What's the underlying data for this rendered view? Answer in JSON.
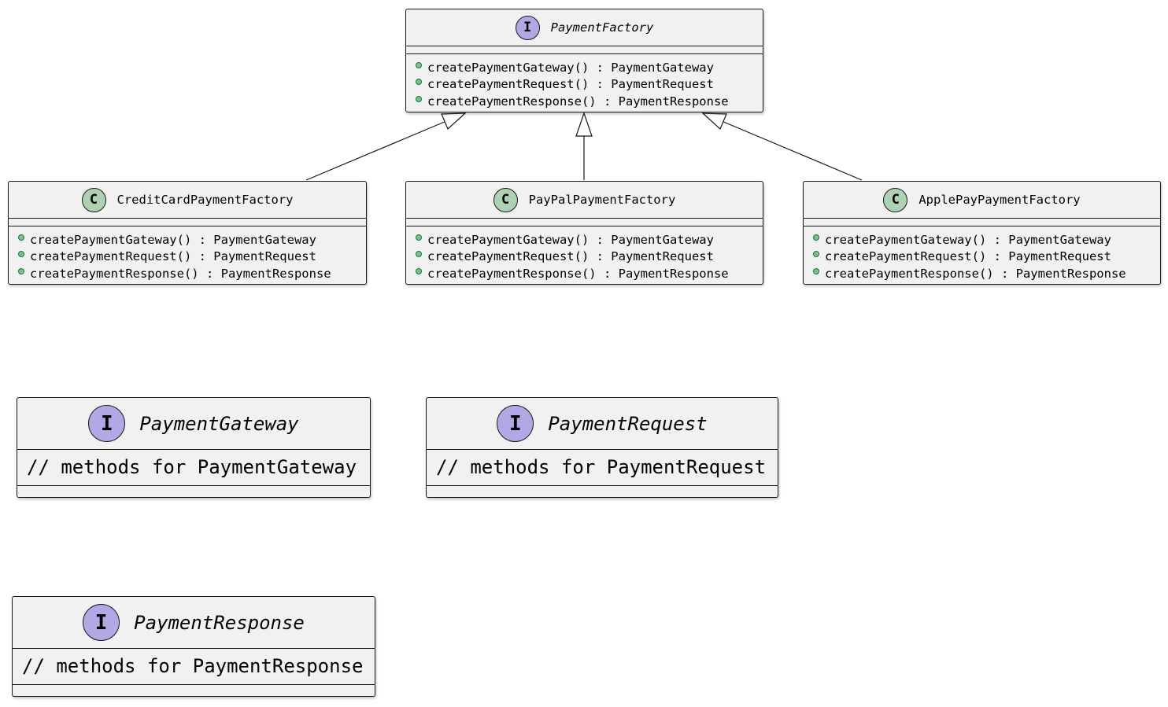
{
  "payment_factory": {
    "stereotype": "I",
    "name": "PaymentFactory",
    "methods": [
      "createPaymentGateway() : PaymentGateway",
      "createPaymentRequest() : PaymentRequest",
      "createPaymentResponse() : PaymentResponse"
    ]
  },
  "credit_card_factory": {
    "stereotype": "C",
    "name": "CreditCardPaymentFactory",
    "methods": [
      "createPaymentGateway() : PaymentGateway",
      "createPaymentRequest() : PaymentRequest",
      "createPaymentResponse() : PaymentResponse"
    ]
  },
  "paypal_factory": {
    "stereotype": "C",
    "name": "PayPalPaymentFactory",
    "methods": [
      "createPaymentGateway() : PaymentGateway",
      "createPaymentRequest() : PaymentRequest",
      "createPaymentResponse() : PaymentResponse"
    ]
  },
  "applepay_factory": {
    "stereotype": "C",
    "name": "ApplePayPaymentFactory",
    "methods": [
      "createPaymentGateway() : PaymentGateway",
      "createPaymentRequest() : PaymentRequest",
      "createPaymentResponse() : PaymentResponse"
    ]
  },
  "payment_gateway": {
    "stereotype": "I",
    "name": "PaymentGateway",
    "note": "// methods for PaymentGateway"
  },
  "payment_request": {
    "stereotype": "I",
    "name": "PaymentRequest",
    "note": "// methods for PaymentRequest"
  },
  "payment_response": {
    "stereotype": "I",
    "name": "PaymentResponse",
    "note": "// methods for PaymentResponse"
  },
  "colors": {
    "box_fill": "#f1f1f1",
    "border": "#181818",
    "interface_badge": "#b4a7e5",
    "class_badge": "#add1b2",
    "method_dot": "#84be84"
  }
}
